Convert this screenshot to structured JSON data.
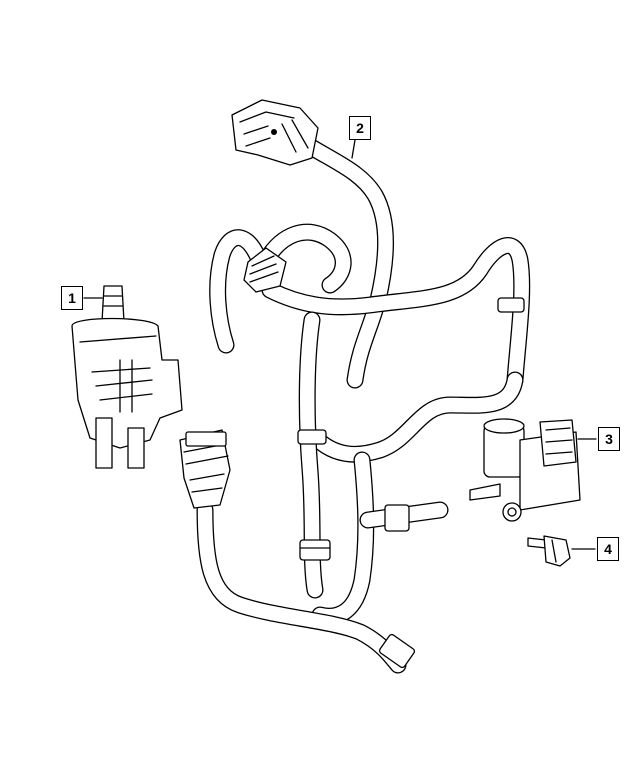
{
  "callouts": [
    {
      "id": "c1",
      "label": "1"
    },
    {
      "id": "c2",
      "label": "2"
    },
    {
      "id": "c3",
      "label": "3"
    },
    {
      "id": "c4",
      "label": "4"
    }
  ],
  "parts": {
    "part1": "vent-valve",
    "part2": "vapor-hose-harness",
    "part3": "purge-solenoid",
    "part4": "mounting-bolt"
  }
}
